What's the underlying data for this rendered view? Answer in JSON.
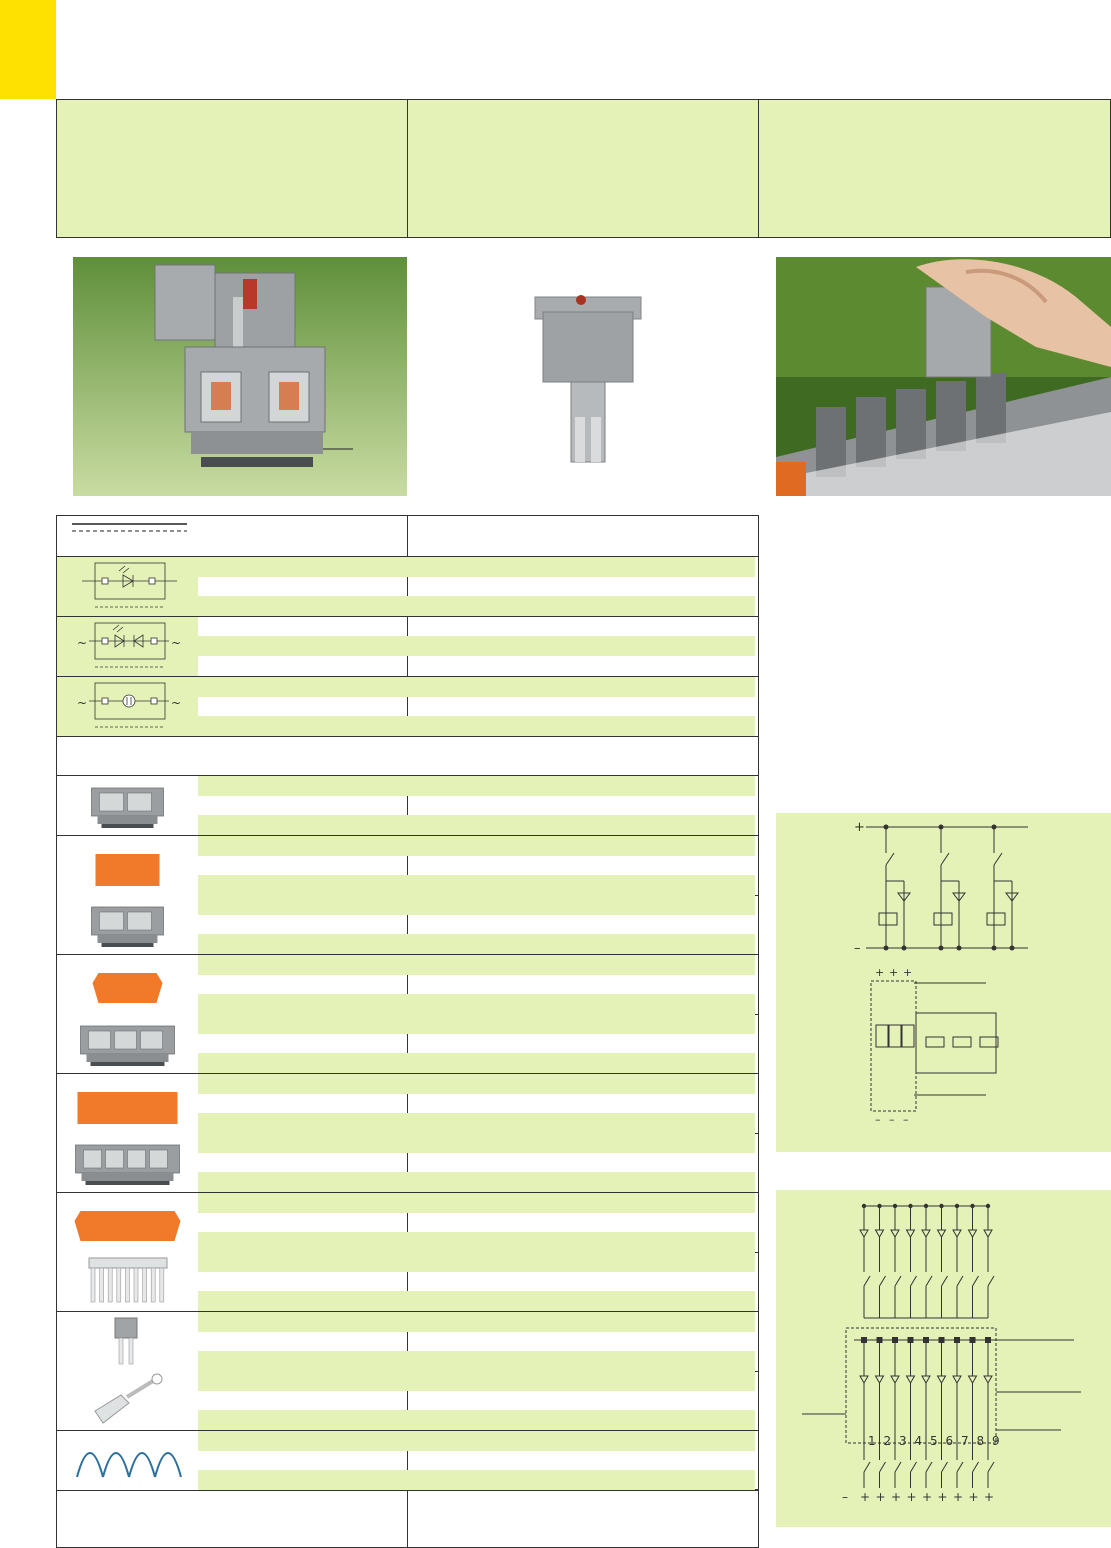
{
  "page": {
    "accent_yellow": "#ffe100",
    "pale_green": "#e4f2b8",
    "orange": "#f07a2a",
    "gray_module": "#9a9ea0"
  },
  "diagram_two": {
    "bottom_labels": [
      "1",
      "2",
      "3",
      "4",
      "5",
      "6",
      "7",
      "8",
      "9"
    ],
    "top_signs": [
      "+",
      "+",
      "+"
    ]
  },
  "accessory_rows": [
    {
      "icon": "terminal-block-2-gray-icon"
    },
    {
      "icon": "end-plate-orange-small-icon"
    },
    {
      "icon": "terminal-block-2-compact-icon"
    },
    {
      "icon": "end-plate-orange-flanged-icon"
    },
    {
      "icon": "terminal-block-3-gray-icon"
    },
    {
      "icon": "end-plate-orange-large-icon"
    },
    {
      "icon": "terminal-block-4-gray-icon"
    },
    {
      "icon": "end-plate-orange-xl-icon"
    },
    {
      "icon": "comb-jumper-icon"
    },
    {
      "icon": "u-jumper-icon"
    },
    {
      "icon": "operating-tool-icon"
    },
    {
      "icon": "wire-loops-icon"
    }
  ],
  "module_rows": [
    {
      "icon": "led-module-dc-symbol-icon"
    },
    {
      "icon": "led-module-ac-symbol-icon"
    },
    {
      "icon": "lamp-module-ac-symbol-icon"
    }
  ]
}
